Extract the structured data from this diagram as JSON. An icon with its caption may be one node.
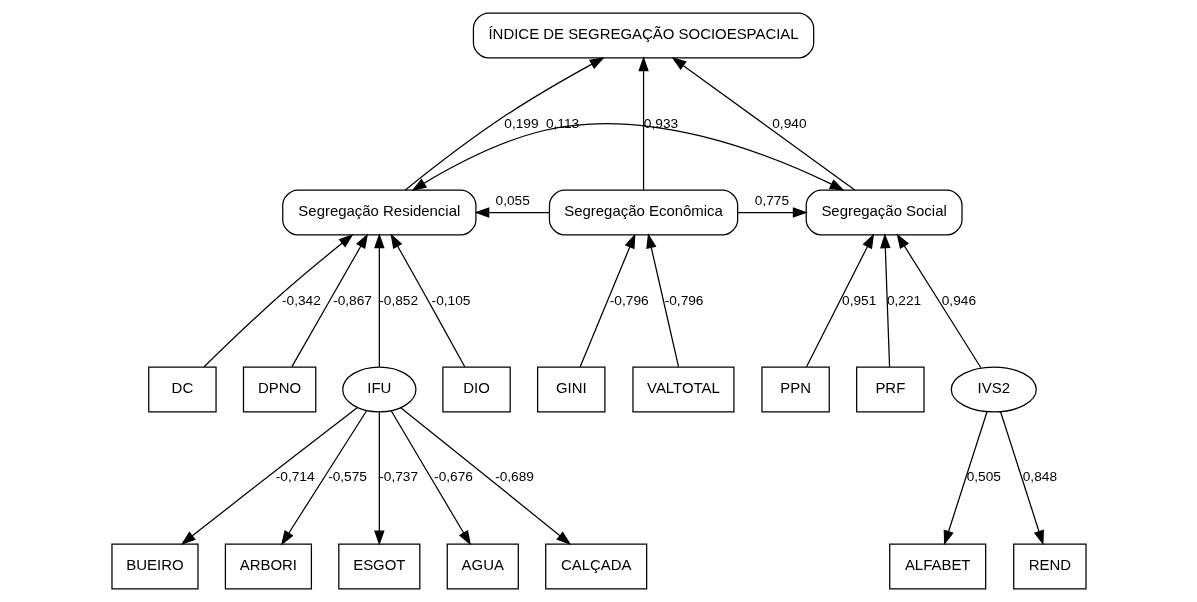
{
  "diagram": {
    "nodes": [
      {
        "text": [
          "ÍNDICE DE SEGREGAÇÃO SOCIOESPACIAL"
        ]
      },
      {
        "text": [
          "Segregação Residencial"
        ]
      },
      {
        "text": [
          "Segregação Econômica"
        ]
      },
      {
        "text": [
          "Segregação Social"
        ]
      },
      {
        "text": [
          "DC"
        ]
      },
      {
        "text": [
          "DPNO"
        ]
      },
      {
        "text": [
          "IFU"
        ]
      },
      {
        "text": [
          "DIO"
        ]
      },
      {
        "text": [
          "GINI"
        ]
      },
      {
        "text": [
          "VALTOTAL"
        ]
      },
      {
        "text": [
          "PPN"
        ]
      },
      {
        "text": [
          "PRF"
        ]
      },
      {
        "text": [
          "IVS2"
        ]
      },
      {
        "text": [
          "BUEIRO"
        ]
      },
      {
        "text": [
          "ARBORI"
        ]
      },
      {
        "text": [
          "ESGOT"
        ]
      },
      {
        "text": [
          "AGUA"
        ]
      },
      {
        "text": [
          "CALÇADA"
        ]
      },
      {
        "text": [
          "ALFABET"
        ]
      },
      {
        "text": [
          "REND"
        ]
      }
    ],
    "edges": [
      {
        "from": 1,
        "to": 0,
        "arrow": "to",
        "label": "0,199"
      },
      {
        "from": 2,
        "to": 0,
        "arrow": "to",
        "label": "0,933"
      },
      {
        "from": 3,
        "to": 0,
        "arrow": "to",
        "label": "0,940"
      },
      {
        "from": 1,
        "to": 3,
        "arrow": "both",
        "label": "0,113"
      },
      {
        "from": 2,
        "to": 1,
        "arrow": "to",
        "label": "0,055"
      },
      {
        "from": 2,
        "to": 3,
        "arrow": "to",
        "label": "0,775"
      },
      {
        "from": 4,
        "to": 1,
        "arrow": "to",
        "label": "-0,342"
      },
      {
        "from": 5,
        "to": 1,
        "arrow": "to",
        "label": "-0,867"
      },
      {
        "from": 6,
        "to": 1,
        "arrow": "to",
        "label": "-0,852"
      },
      {
        "from": 7,
        "to": 1,
        "arrow": "to",
        "label": "-0,105"
      },
      {
        "from": 8,
        "to": 2,
        "arrow": "to",
        "label": "-0,796"
      },
      {
        "from": 9,
        "to": 2,
        "arrow": "to",
        "label": "-0,796"
      },
      {
        "from": 10,
        "to": 3,
        "arrow": "to",
        "label": "0,951"
      },
      {
        "from": 11,
        "to": 3,
        "arrow": "to",
        "label": "0,221"
      },
      {
        "from": 12,
        "to": 3,
        "arrow": "to",
        "label": "0,946"
      },
      {
        "from": 6,
        "to": 13,
        "arrow": "to",
        "label": "-0,714"
      },
      {
        "from": 6,
        "to": 15,
        "arrow": "to",
        "label": "-0,737"
      },
      {
        "from": 6,
        "to": 16,
        "arrow": "to",
        "label": "-0,676"
      },
      {
        "from": 6,
        "to": 17,
        "arrow": "to",
        "label": "-0,689"
      },
      {
        "from": 6,
        "to": 14,
        "arrow": "to",
        "label": "-0,575"
      },
      {
        "from": 12,
        "to": 18,
        "arrow": "to",
        "label": "0,505"
      },
      {
        "from": 12,
        "to": 19,
        "arrow": "to",
        "label": "0,848"
      }
    ]
  }
}
